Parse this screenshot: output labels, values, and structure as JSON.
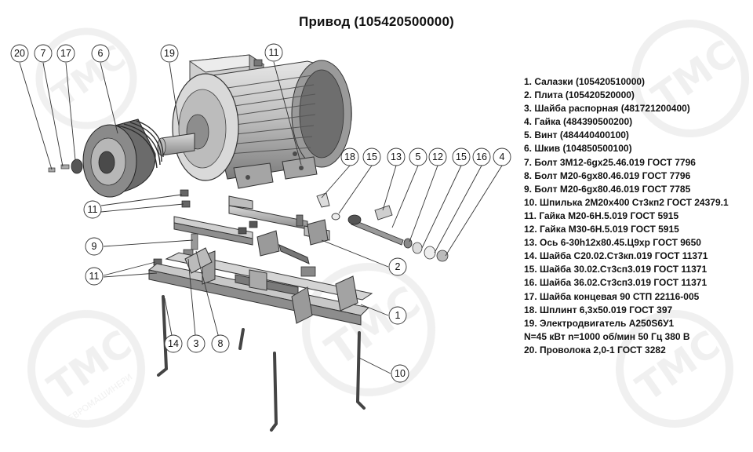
{
  "title": "Привод (105420500000)",
  "parts": [
    "1. Салазки (105420510000)",
    "2. Плита (105420520000)",
    "3. Шайба распорная (481721200400)",
    "4. Гайка (484390500200)",
    "5. Винт (484440400100)",
    "6. Шкив (104850500100)",
    "7. Болт 3М12-6gx25.46.019 ГОСТ 7796",
    "8. Болт М20-6gx80.46.019 ГОСТ 7796",
    "9. Болт М20-6gx80.46.019 ГОСТ 7785",
    "10. Шпилька 2М20х400 Ст3кп2 ГОСТ 24379.1",
    "11. Гайка М20-6Н.5.019 ГОСТ 5915",
    "12. Гайка М30-6Н.5.019 ГОСТ 5915",
    "13. Ось 6-30h12x80.45.Ц9хр ГОСТ 9650",
    "14. Шайба С20.02.Ст3кп.019 ГОСТ 11371",
    "15. Шайба 30.02.Ст3сп3.019 ГОСТ 11371",
    "16. Шайба 36.02.Ст3сп3.019 ГОСТ 11371",
    "17. Шайба концевая 90 СТП 22116-005",
    "18. Шплинт 6,3х50.019 ГОСТ 397",
    "19. Электродвигатель А250S6У1",
    "N=45 кВт n=1000 об/мин  50 Гц  380 В",
    "20. Проволока  2,0-1  ГОСТ 3282"
  ],
  "callouts": [
    "20",
    "7",
    "17",
    "6",
    "19",
    "11",
    "18",
    "15",
    "13",
    "5",
    "12",
    "15",
    "16",
    "4",
    "11",
    "9",
    "11",
    "2",
    "1",
    "14",
    "3",
    "8",
    "10"
  ],
  "watermark": {
    "main": "ТМС",
    "sub": "ЕВРОМАШИНЕРИ"
  }
}
